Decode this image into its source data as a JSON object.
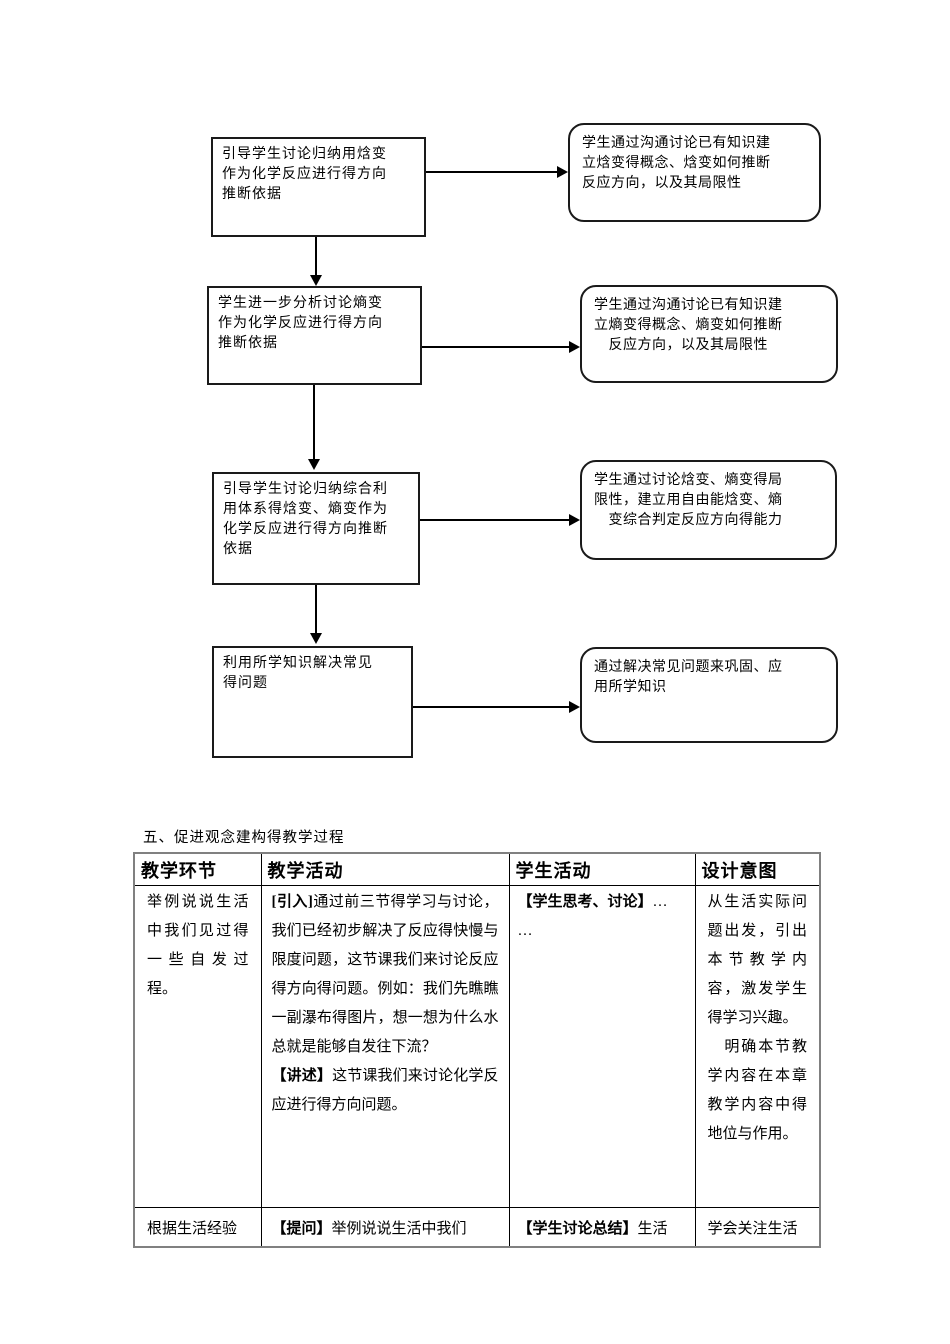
{
  "colors": {
    "text": "#000000",
    "background": "#ffffff",
    "box_border": "#1a1a1a",
    "table_outer_border": "#808080",
    "table_cell_border": "#000000"
  },
  "flowchart": {
    "process_boxes": [
      {
        "text": "引导学生讨论归纳用焓变\n作为化学反应进行得方向\n推断依据"
      },
      {
        "text": "学生进一步分析讨论熵变\n作为化学反应进行得方向\n推断依据"
      },
      {
        "text": "引导学生讨论归纳综合利\n用体系得焓变、熵变作为\n化学反应进行得方向推断\n依据"
      },
      {
        "text": "利用所学知识解决常见\n得问题"
      }
    ],
    "outcome_boxes": [
      {
        "text": "学生通过沟通讨论已有知识建\n立焓变得概念、焓变如何推断\n反应方向，以及其局限性"
      },
      {
        "text": "学生通过沟通讨论已有知识建\n立熵变得概念、熵变如何推断\n　反应方向，以及其局限性"
      },
      {
        "text": "学生通过讨论焓变、熵变得局\n限性，建立用自由能焓变、熵\n　变综合判定反应方向得能力"
      },
      {
        "text": "通过解决常见问题来巩固、应\n用所学知识"
      }
    ]
  },
  "heading": "五、促进观念建构得教学过程",
  "table": {
    "headers": [
      "教学环节",
      "教学活动",
      "学生活动",
      "设计意图"
    ],
    "rows": [
      {
        "cells": [
          {
            "text": "举例说说生活中我们见过得一些自发过程。"
          },
          {
            "paragraphs": [
              {
                "label": "[引入]",
                "text": "通过前三节得学习与讨论，我们已经初步解决了反应得快慢与限度问题，这节课我们来讨论反应得方向得问题。例如：我们先瞧瞧一副瀑布得图片，想一想为什么水总就是能够自发往下流？"
              },
              {
                "label": "【讲述】",
                "text": "这节课我们来讨论化学反应进行得方向问题。"
              }
            ]
          },
          {
            "paragraphs": [
              {
                "label": "【学生思考、讨论】",
                "text": "…"
              },
              {
                "label": "",
                "text": "…"
              }
            ]
          },
          {
            "text": "从生活实际问题出发，引出本节教学内容，激发学生得学习兴趣。\n　明确本节教学内容在本章教学内容中得地位与作用。"
          }
        ]
      },
      {
        "cells": [
          {
            "text": "根据生活经验"
          },
          {
            "label": "【提问】",
            "text": "举例说说生活中我们"
          },
          {
            "label": "【学生讨论总结】",
            "text": "生活"
          },
          {
            "text": "学会关注生活"
          }
        ]
      }
    ]
  }
}
